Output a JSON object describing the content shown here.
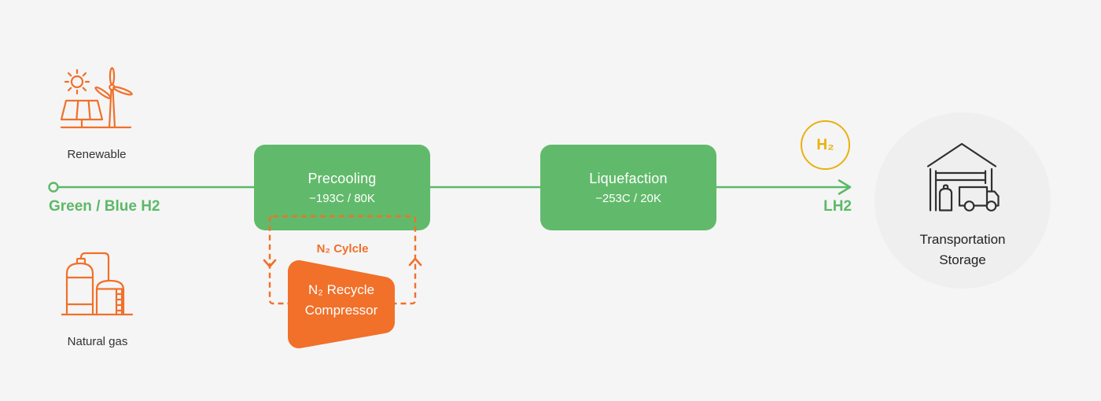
{
  "diagram": {
    "subject": "hydrogen-liquefaction-process-flow"
  },
  "colors": {
    "background": "#f5f5f5",
    "green": "#5cb968",
    "box_green": "#61ba6b",
    "orange": "#f1702a",
    "gold": "#e9b10e",
    "dark_text": "#2f2f2f",
    "dest_circle_bg": "#efefef",
    "white": "#ffffff"
  },
  "sources": {
    "renewable": {
      "label": "Renewable",
      "icon": "solar-panel-wind-turbine-icon"
    },
    "natural_gas": {
      "label": "Natural gas",
      "icon": "gas-plant-tanks-icon"
    }
  },
  "flow": {
    "input_label": "Green / Blue H2",
    "output_label": "LH2",
    "h2_badge": "H₂"
  },
  "stages": [
    {
      "name": "Precooling",
      "detail": "−193C / 80K"
    },
    {
      "name": "Liquefaction",
      "detail": "−253C / 20K"
    }
  ],
  "n2_loop": {
    "label": "N₂ Cylcle",
    "compressor_line1": "N₂ Recycle",
    "compressor_line2": "Compressor"
  },
  "destination": {
    "line1": "Transportation",
    "line2": "Storage",
    "icon": "warehouse-truck-icon"
  }
}
